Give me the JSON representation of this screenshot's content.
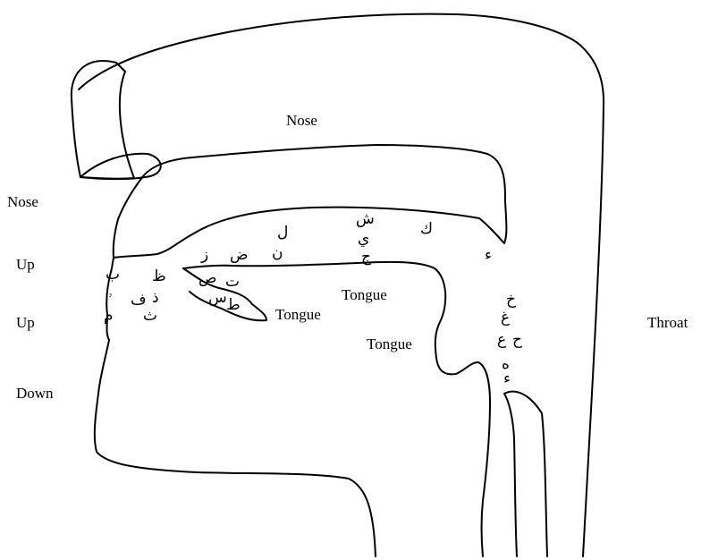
{
  "labels": {
    "nose_outer": "Nose",
    "nose_inner": "Nose",
    "up_1": "Up",
    "up_2": "Up",
    "down": "Down",
    "throat": "Throat",
    "tongue_tip": "Tongue",
    "tongue_mid": "Tongue",
    "tongue_back": "Tongue"
  },
  "letters": {
    "kaf": "ك",
    "shin": "ش",
    "ya": "ي",
    "jim": "ج",
    "lam": "ل",
    "nun": "ن",
    "dad": "ض",
    "zay": "ز",
    "sad": "ص",
    "ta": "ت",
    "sin": "س",
    "ta_heavy": "ط",
    "ba": "ب",
    "dha": "ظ",
    "fa": "ف",
    "dhal": "ذ",
    "tha": "ث",
    "mim": "م",
    "dot_lip": "ۥ",
    "hamza_upper": "ء",
    "kha": "خ",
    "ghayn": "غ",
    "ayn": "ع",
    "ha": "ح",
    "ha_round": "ه",
    "hamza_lower": "ء"
  },
  "colors": {
    "line": "#000000",
    "background": "#ffffff"
  }
}
